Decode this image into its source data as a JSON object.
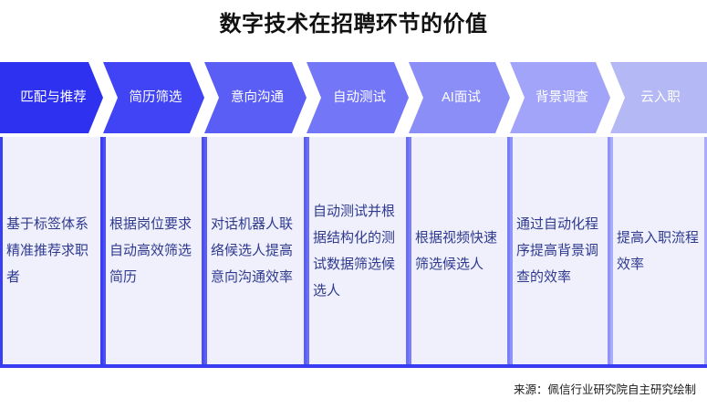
{
  "page": {
    "title": "数字技术在招聘环节的价值",
    "source_note": "来源：佩信行业研究院自主研究绘制",
    "background_color": "#ffffff",
    "cell_background_color": "#eff0fc",
    "body_text_color": "#2f3a8f",
    "bottom_rule_color": "#3a3ef2"
  },
  "process": {
    "stage_count": 7,
    "stages": [
      {
        "label": "匹配与推荐",
        "description": "基于标签体系精准推荐求职者",
        "chevron_color": "#2e32f0",
        "divider_color": "#3a3ef2"
      },
      {
        "label": "简历筛选",
        "description": "根据岗位要求自动高效筛选简历",
        "chevron_color": "#4044f4",
        "divider_color": "#4b4ff3"
      },
      {
        "label": "意向沟通",
        "description": "对话机器人联络候选人提高意向沟通效率",
        "chevron_color": "#5a5ef5",
        "divider_color": "#5a5ef5"
      },
      {
        "label": "自动测试",
        "description": "自动测试并根据结构化的测试数据筛选候选人",
        "chevron_color": "#7376f6",
        "divider_color": "#6a6ef5"
      },
      {
        "label": "AI面试",
        "description": "根据视频快速筛选候选人",
        "chevron_color": "#8b8ef7",
        "divider_color": "#7a7ef6"
      },
      {
        "label": "背景调查",
        "description": "通过自动化程序提高背景调查的效率",
        "chevron_color": "#a1a4f8",
        "divider_color": "#8f92f7"
      },
      {
        "label": "云入职",
        "description": "提高入职流程效率",
        "chevron_color": "#b4b8f5",
        "divider_color": "#a9acf8"
      }
    ]
  }
}
